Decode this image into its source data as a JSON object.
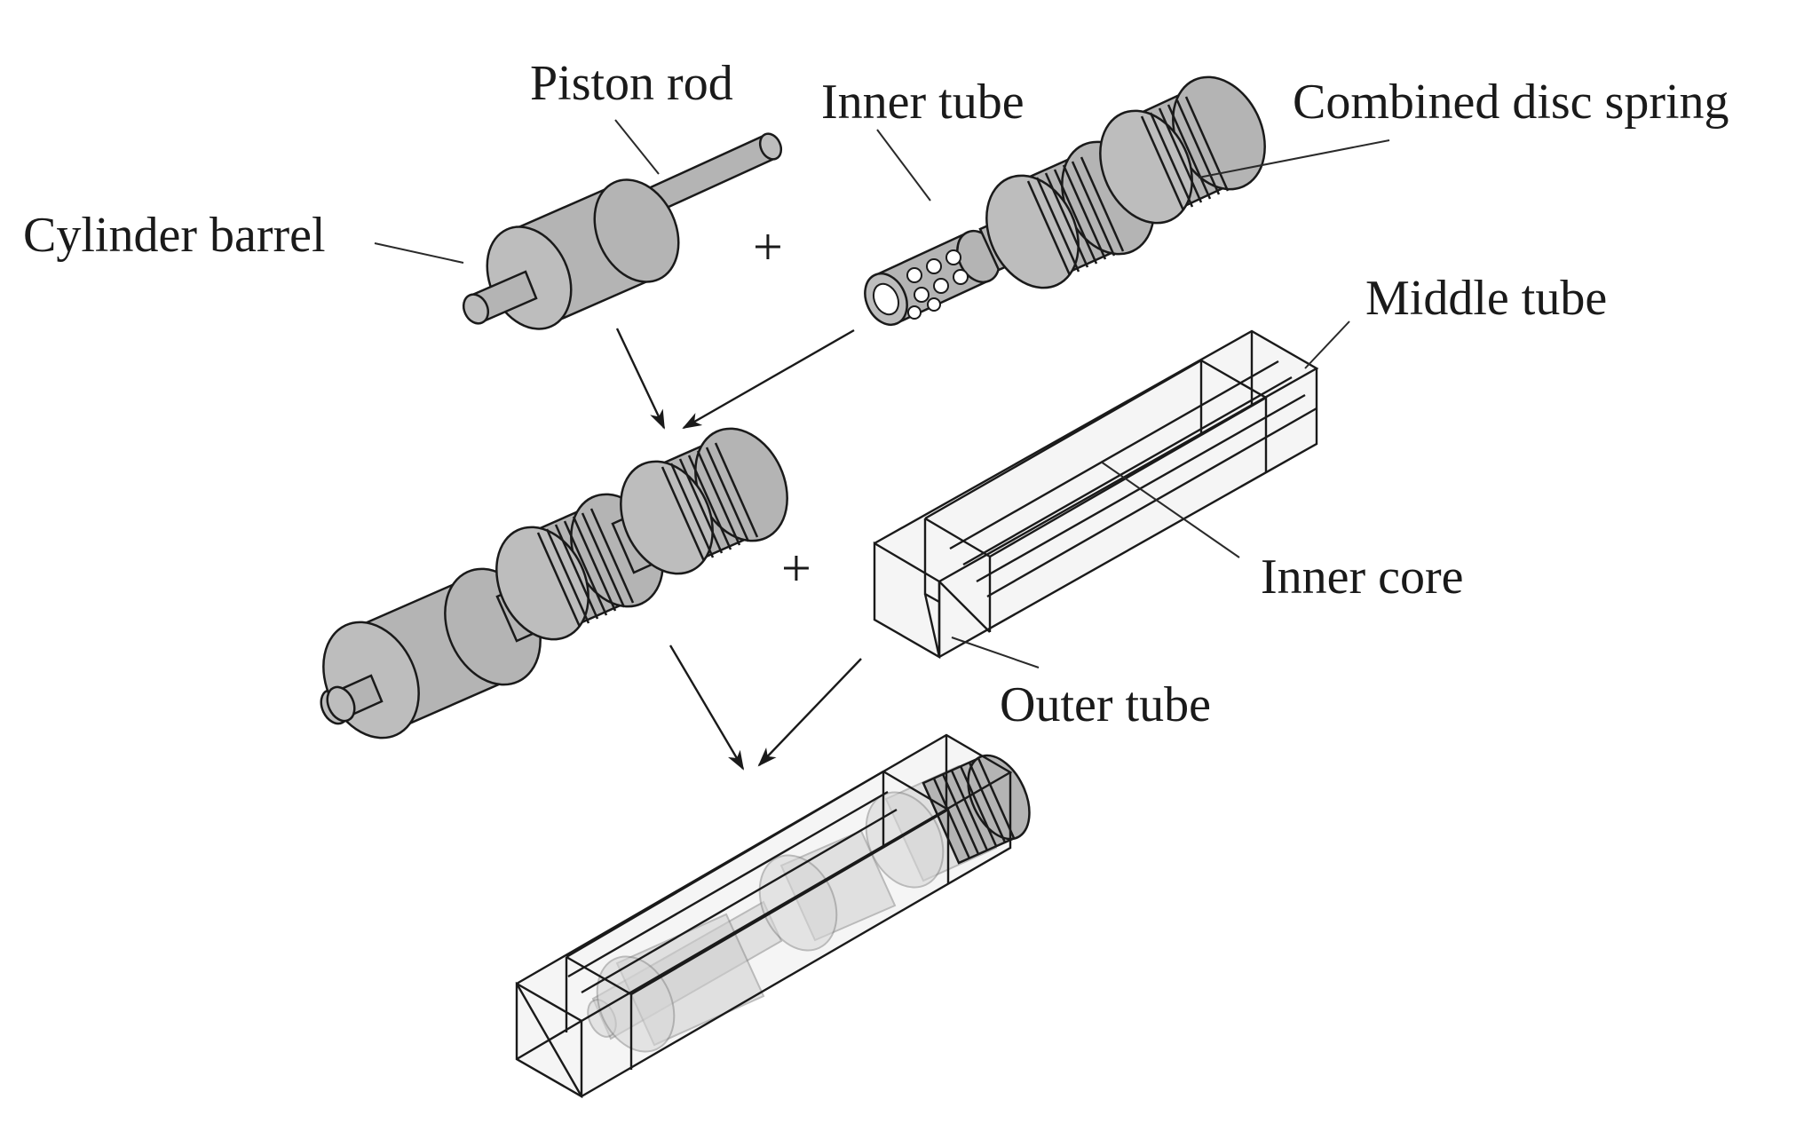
{
  "labels": {
    "piston_rod": "Piston rod",
    "inner_tube": "Inner tube",
    "combined_disc_spring": "Combined disc spring",
    "cylinder_barrel": "Cylinder barrel",
    "middle_tube": "Middle tube",
    "inner_core": "Inner core",
    "outer_tube": "Outer tube"
  },
  "symbols": {
    "plus": "+"
  },
  "colors": {
    "part_fill": "#b4b4b4",
    "outline": "#1a1a1a",
    "transparent_box": "#e3e3e3",
    "background": "#ffffff"
  }
}
